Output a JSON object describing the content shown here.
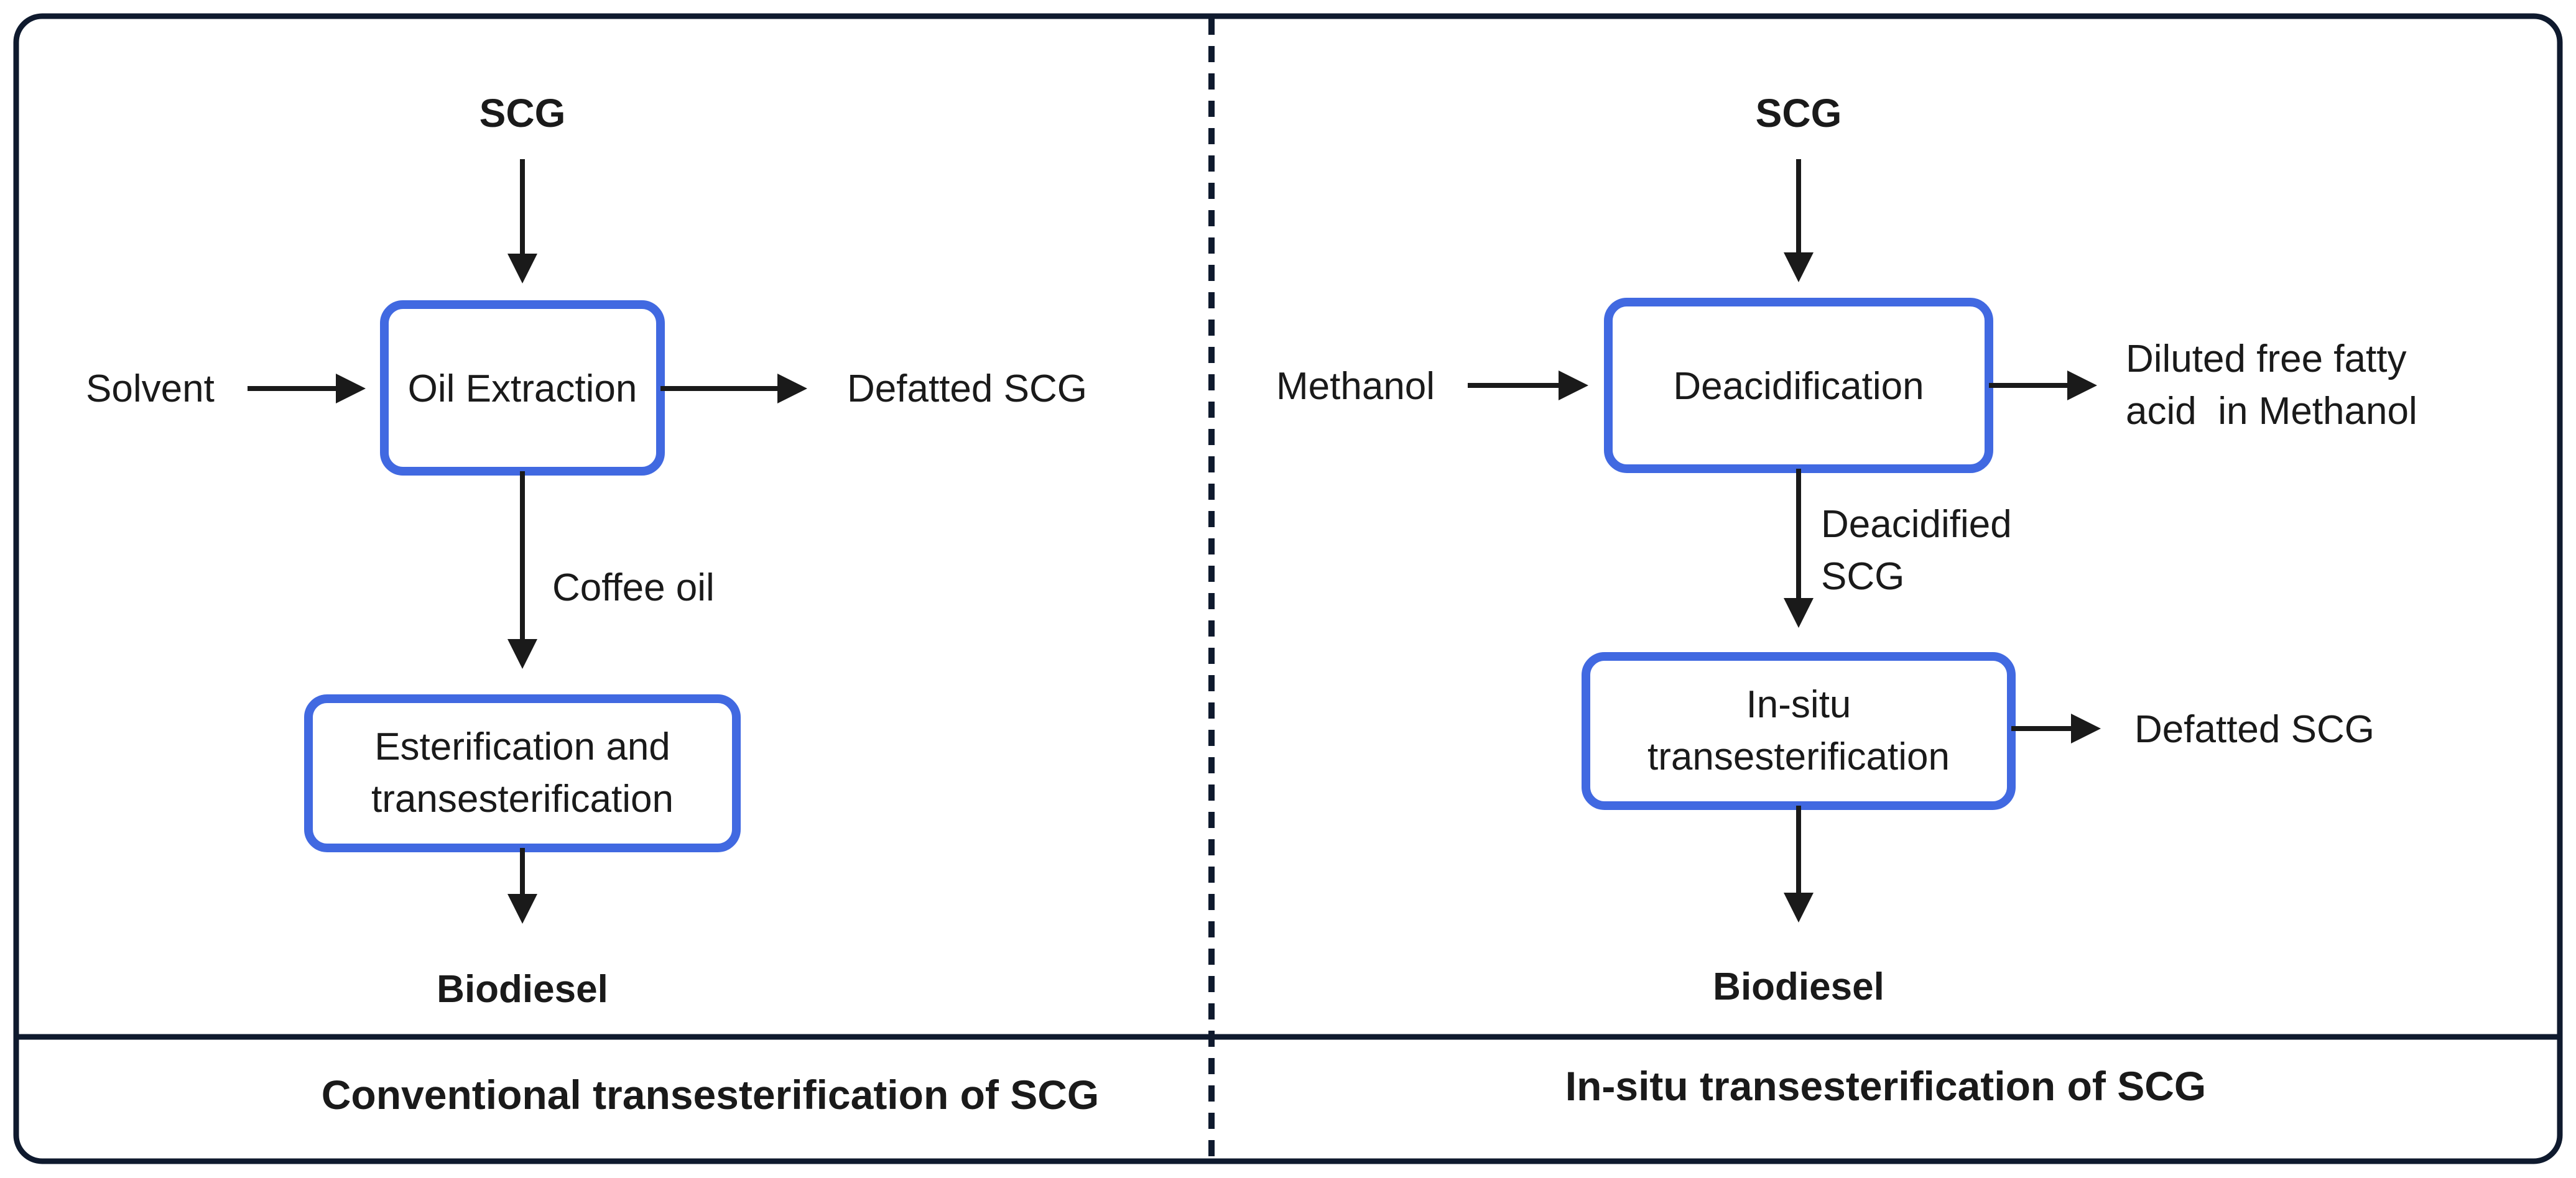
{
  "left_panel": {
    "input_top": "SCG",
    "solvent": "Solvent",
    "oil_extraction": "Oil Extraction",
    "defatted": "Defatted SCG",
    "coffee_oil": "Coffee oil",
    "ester_line1": "Esterification and",
    "ester_line2": "transesterification",
    "output": "Biodiesel",
    "caption": "Conventional transesterification of SCG"
  },
  "right_panel": {
    "input_top": "SCG",
    "methanol": "Methanol",
    "deacidification": "Deacidification",
    "diluted_line1": "Diluted free fatty",
    "diluted_line2": "acid  in Methanol",
    "deacidified_line1": "Deacidified",
    "deacidified_line2": "SCG",
    "insitu_line1": "In-situ",
    "insitu_line2": "transesterification",
    "defatted": "Defatted SCG",
    "output": "Biodiesel",
    "caption": "In-situ transesterification of SCG"
  },
  "colors": {
    "box_border": "#4169e1",
    "frame": "#0f1a2e",
    "text": "#1a1a1a"
  }
}
